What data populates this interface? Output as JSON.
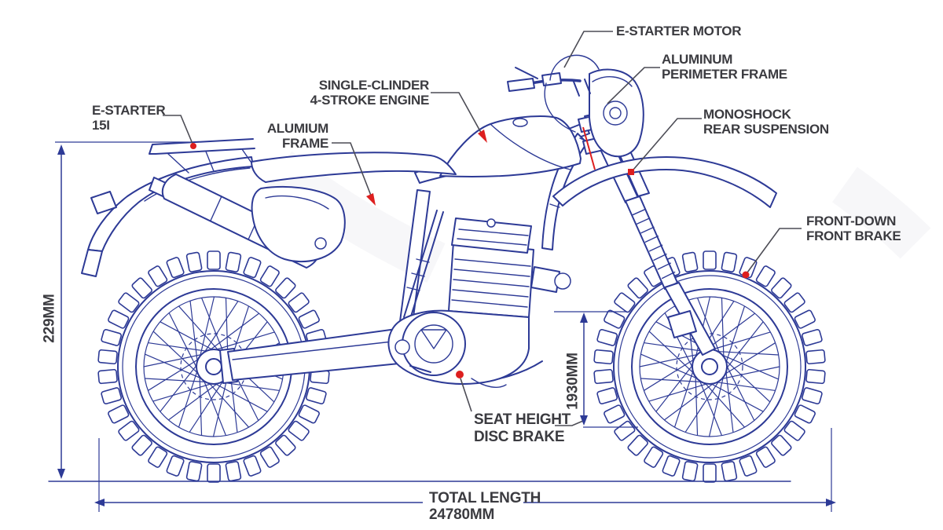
{
  "title": "Motorcycle technical blueprint diagram",
  "colors": {
    "line_art": "#2d3a96",
    "label_text": "#3b3b40",
    "dimension": "#2d3a96",
    "marker": "#dd1f1f",
    "background": "#ffffff"
  },
  "callouts": {
    "e_starter_motor": {
      "line1": "E-STARTER MOTOR"
    },
    "aluminum_perimeter_frame": {
      "line1": "ALUMINUM",
      "line2": "PERIMETER FRAME"
    },
    "single_cylinder_engine": {
      "line1": "SINGLE-CLINDER",
      "line2": "4-STROKE ENGINE"
    },
    "alumium_frame": {
      "line1": "ALUMIUM",
      "line2": "FRAME"
    },
    "e_starter_15i": {
      "line1": "E-STARTER",
      "line2": "15I"
    },
    "monoshock": {
      "line1": "MONOSHOCK",
      "line2": "REAR SUSPENSION"
    },
    "front_down_front_brake": {
      "line1": "FRONT-DOWN",
      "line2": "FRONT BRAKE"
    },
    "seat_height_disc_brake": {
      "line1": "SEAT HEIGHT",
      "line2": "DISC BRAKE"
    }
  },
  "dimensions": {
    "height": "229MM",
    "seat_height": "1930MM",
    "total_length_label": "TOTAL LENGTH",
    "total_length_value": "24780MM"
  }
}
